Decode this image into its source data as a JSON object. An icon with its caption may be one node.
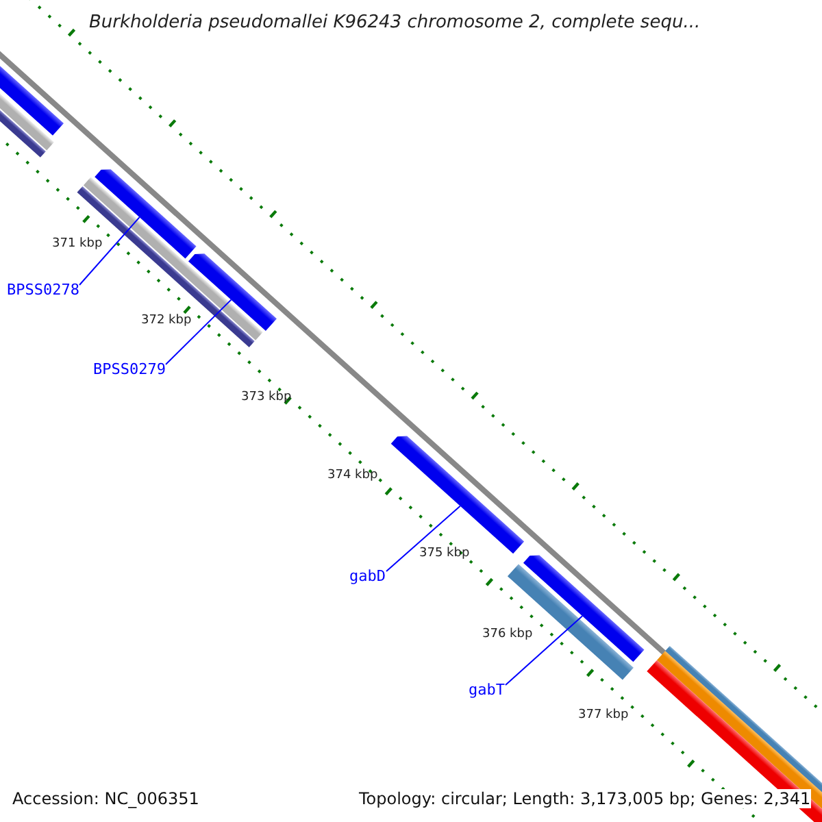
{
  "diagram": {
    "title": "Burkholderia pseudomallei K96243 chromosome 2, complete sequ...",
    "nodes": [
      {
        "text": [
          "BPSS0278"
        ]
      },
      {
        "text": [
          "BPSS0279"
        ]
      },
      {
        "text": [
          "gabD"
        ]
      },
      {
        "text": [
          "gabT"
        ]
      },
      {
        "text": [],
        "shape": "arrow"
      },
      {
        "text": [],
        "shape": "arrow"
      },
      {
        "text": [],
        "shape": "arrow"
      },
      {
        "text": [],
        "shape": "arrow"
      }
    ],
    "edges": [
      {
        "from": 0,
        "to": 4,
        "arrow": "none"
      },
      {
        "from": 1,
        "to": 5,
        "arrow": "none"
      },
      {
        "from": 2,
        "to": 6,
        "arrow": "none"
      },
      {
        "from": 3,
        "to": 7,
        "arrow": "none"
      }
    ],
    "labels": [
      "371 kbp",
      "372 kbp",
      "373 kbp",
      "374 kbp",
      "375 kbp",
      "376 kbp",
      "377 kbp",
      "Accession: NC_006351",
      "Topology: circular; Length: 3,173,005 bp; Genes: 2,341"
    ]
  }
}
